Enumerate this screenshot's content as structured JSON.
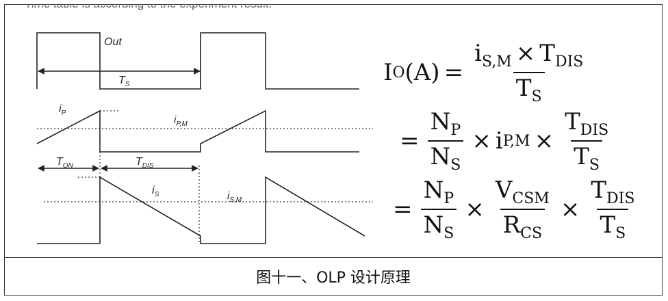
{
  "header_cutoff_text": "Time table is according to the experiment result.",
  "caption": "图十一、OLP 设计原理",
  "waveform": {
    "out_label": "Out",
    "ts_label": "T",
    "ts_sub": "S",
    "ip_label": "i",
    "ip_sub": "P",
    "ipm_label": "i",
    "ipm_sub": "P,M",
    "ton_label": "T",
    "ton_sub": "ON",
    "tdis_label": "T",
    "tdis_sub": "DIS",
    "is_label": "i",
    "is_sub": "S",
    "ism_label": "i",
    "ism_sub": "S,M"
  },
  "formula": {
    "lhs_main": "I",
    "lhs_sub": "O",
    "lhs_unit": "(A)",
    "eq": "=",
    "times": "×",
    "i": "i",
    "T": "T",
    "N": "N",
    "V": "V",
    "R": "R",
    "sub_SM": "S,M",
    "sub_DIS": "DIS",
    "sub_S": "S",
    "sub_P": "P",
    "sub_PM": "P,M",
    "sub_CSM": "CSM",
    "sub_CS": "CS"
  }
}
